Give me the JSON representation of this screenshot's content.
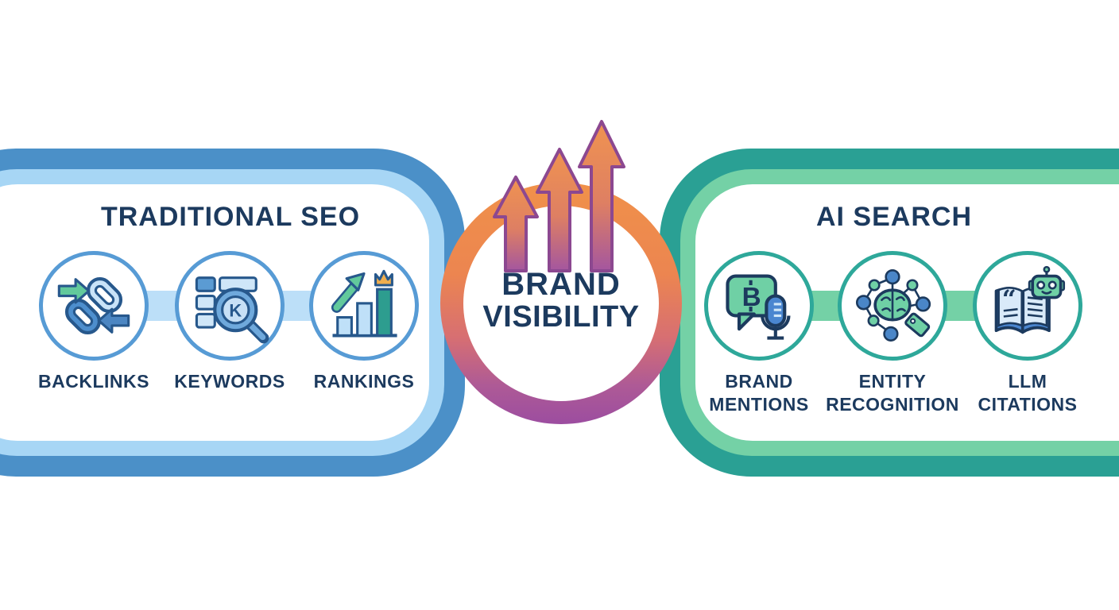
{
  "infographic": {
    "center": {
      "title_line1": "BRAND",
      "title_line2": "VISIBILITY",
      "ring_gradient_top": "#F0914A",
      "ring_gradient_bottom": "#9C4DA0",
      "arrows_icon": "three-rising-arrows",
      "text_color": "#1C3A5E"
    },
    "left_panel": {
      "title": "TRADITIONAL SEO",
      "border_outer_color": "#4B90C8",
      "border_inner_color": "#A7D6F5",
      "circle_border_color": "#579BD5",
      "connector_color": "#BCDFF8",
      "items": [
        {
          "label": "BACKLINKS",
          "icon": "backlink-chain-icon"
        },
        {
          "label": "KEYWORDS",
          "icon": "keyword-search-icon"
        },
        {
          "label": "RANKINGS",
          "icon": "rankings-growth-icon"
        }
      ]
    },
    "right_panel": {
      "title": "AI SEARCH",
      "border_outer_color": "#2AA094",
      "border_inner_color": "#74D1A6",
      "circle_border_color": "#2EA89A",
      "connector_color": "#74D1A6",
      "items": [
        {
          "label_line1": "BRAND",
          "label_line2": "MENTIONS",
          "icon": "brand-mentions-icon"
        },
        {
          "label_line1": "ENTITY",
          "label_line2": "RECOGNITION",
          "icon": "entity-recognition-icon"
        },
        {
          "label_line1": "LLM",
          "label_line2": "CITATIONS",
          "icon": "llm-citations-icon"
        }
      ]
    }
  }
}
